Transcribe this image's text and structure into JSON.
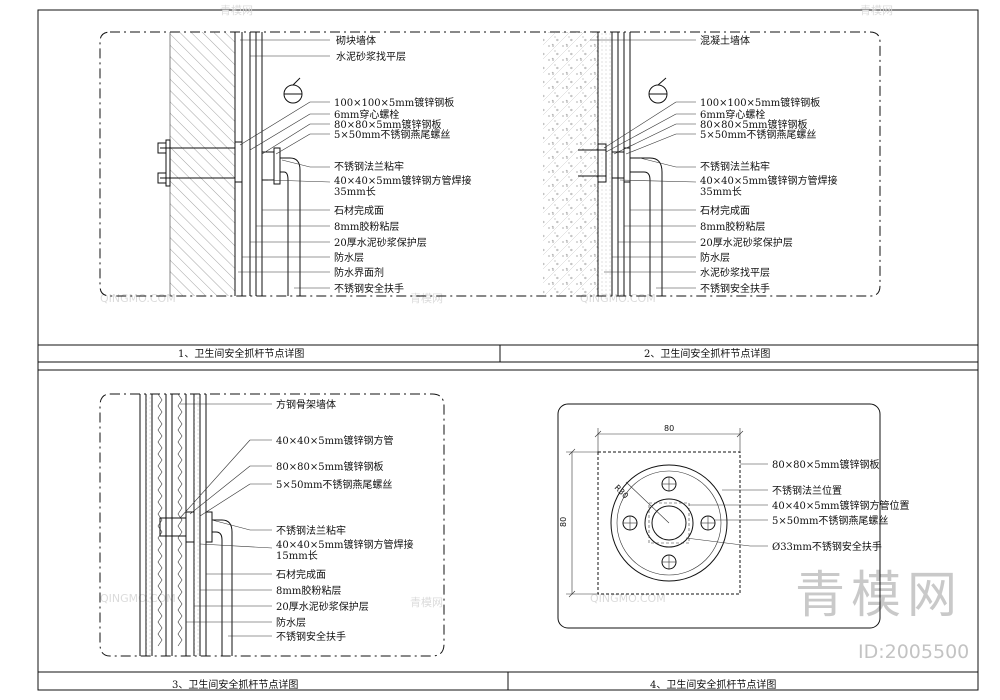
{
  "detail1": {
    "title": "1、卫生间安全抓杆节点详图",
    "labels": [
      "砌块墙体",
      "水泥砂浆找平层",
      "100×100×5mm镀锌钢板",
      "6mm穿心螺栓",
      "80×80×5mm镀锌钢板",
      "5×50mm不锈钢燕尾螺丝",
      "不锈钢法兰粘牢",
      "40×40×5mm镀锌钢方管焊接",
      "35mm长",
      "石材完成面",
      "8mm胶粉粘层",
      "20厚水泥砂浆保护层",
      "防水层",
      "防水界面剂",
      "不锈钢安全扶手"
    ]
  },
  "detail2": {
    "title": "2、卫生间安全抓杆节点详图",
    "labels": [
      "混凝土墙体",
      "100×100×5mm镀锌钢板",
      "6mm穿心螺栓",
      "80×80×5mm镀锌钢板",
      "5×50mm不锈钢燕尾螺丝",
      "不锈钢法兰粘牢",
      "40×40×5mm镀锌钢方管焊接",
      "35mm长",
      "石材完成面",
      "8mm胶粉粘层",
      "20厚水泥砂浆保护层",
      "防水层",
      "水泥砂浆找平层",
      "不锈钢安全扶手"
    ]
  },
  "detail3": {
    "title": "3、卫生间安全抓杆节点详图",
    "labels": [
      "方钢骨架墙体",
      "40×40×5mm镀锌钢方管",
      "80×80×5mm镀锌钢板",
      "5×50mm不锈钢燕尾螺丝",
      "不锈钢法兰粘牢",
      "40×40×5mm镀锌钢方管焊接",
      "15mm长",
      "石材完成面",
      "8mm胶粉粘层",
      "20厚水泥砂浆保护层",
      "防水层",
      "不锈钢安全扶手"
    ]
  },
  "detail4": {
    "title": "4、卫生间安全抓杆节点详图",
    "labels": [
      "80×80×5mm镀锌钢板",
      "不锈钢法兰位置",
      "40×40×5mm镀锌钢方管位置",
      "5×50mm不锈钢燕尾螺丝",
      "Ø33mm不锈钢安全扶手"
    ],
    "dim_width": "80",
    "dim_height": "80",
    "radius": "R30"
  },
  "watermark": {
    "brand": "青模网",
    "id": "ID:2005500",
    "small": "QINGMO.COM"
  }
}
